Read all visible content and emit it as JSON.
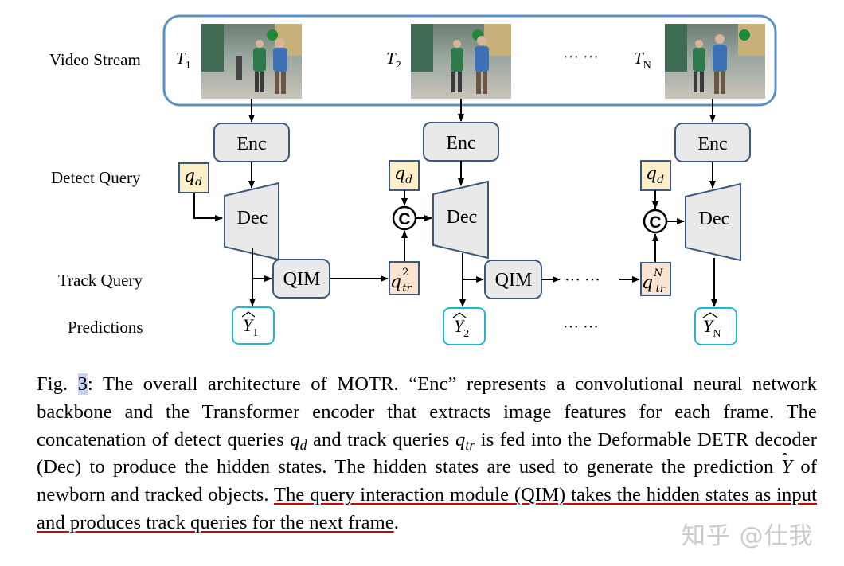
{
  "diagram": {
    "row_labels": {
      "video_stream": "Video Stream",
      "detect_query": "Detect Query",
      "track_query": "Track Query",
      "predictions": "Predictions"
    },
    "frame_labels": [
      {
        "base": "T",
        "sub": "1"
      },
      {
        "base": "T",
        "sub": "2"
      },
      {
        "base": "T",
        "sub": "N"
      }
    ],
    "ellipsis": "··· ···",
    "enc_label": "Enc",
    "dec_label": "Dec",
    "qim_label": "QIM",
    "concat_symbol": "C",
    "detect_query_symbol": {
      "base": "q",
      "sub": "d"
    },
    "track_queries": [
      {
        "base": "q",
        "sub": "tr",
        "sup": "2"
      },
      {
        "base": "q",
        "sub": "tr",
        "sup": "N"
      }
    ],
    "predictions": [
      {
        "base": "Y",
        "sub": "1"
      },
      {
        "base": "Y",
        "sub": "2"
      },
      {
        "base": "Y",
        "sub": "N"
      }
    ],
    "colors": {
      "frame_border": "#5b92c4",
      "box_fill": "#e9e9e9",
      "box_border": "#3b587e",
      "query_fill_detect": "#fdf0c8",
      "query_fill_track": "#fbe3cf",
      "query_border": "#3b587e",
      "prediction_border": "#1fb6d4"
    }
  },
  "caption": {
    "fig_prefix": "Fig. ",
    "fig_number": "3",
    "part1": ": The overall architecture of MOTR. “Enc” represents a convolutional neural network backbone and the Transformer encoder that extracts image features for each frame. The concatenation of detect queries ",
    "qd_base": "q",
    "qd_sub": "d",
    "part2": " and track queries ",
    "qtr_base": "q",
    "qtr_sub": "tr",
    "part3": " is fed into the Deformable DETR decoder (Dec) to produce the hidden states. The hidden states are used to generate the prediction ",
    "yhat": "Y",
    "part4": " of newborn and tracked objects. ",
    "underlined": "The query interaction module (QIM) takes the hidden states as input and produces track queries for the next frame",
    "end": "."
  },
  "watermark": "知乎 @仕我"
}
